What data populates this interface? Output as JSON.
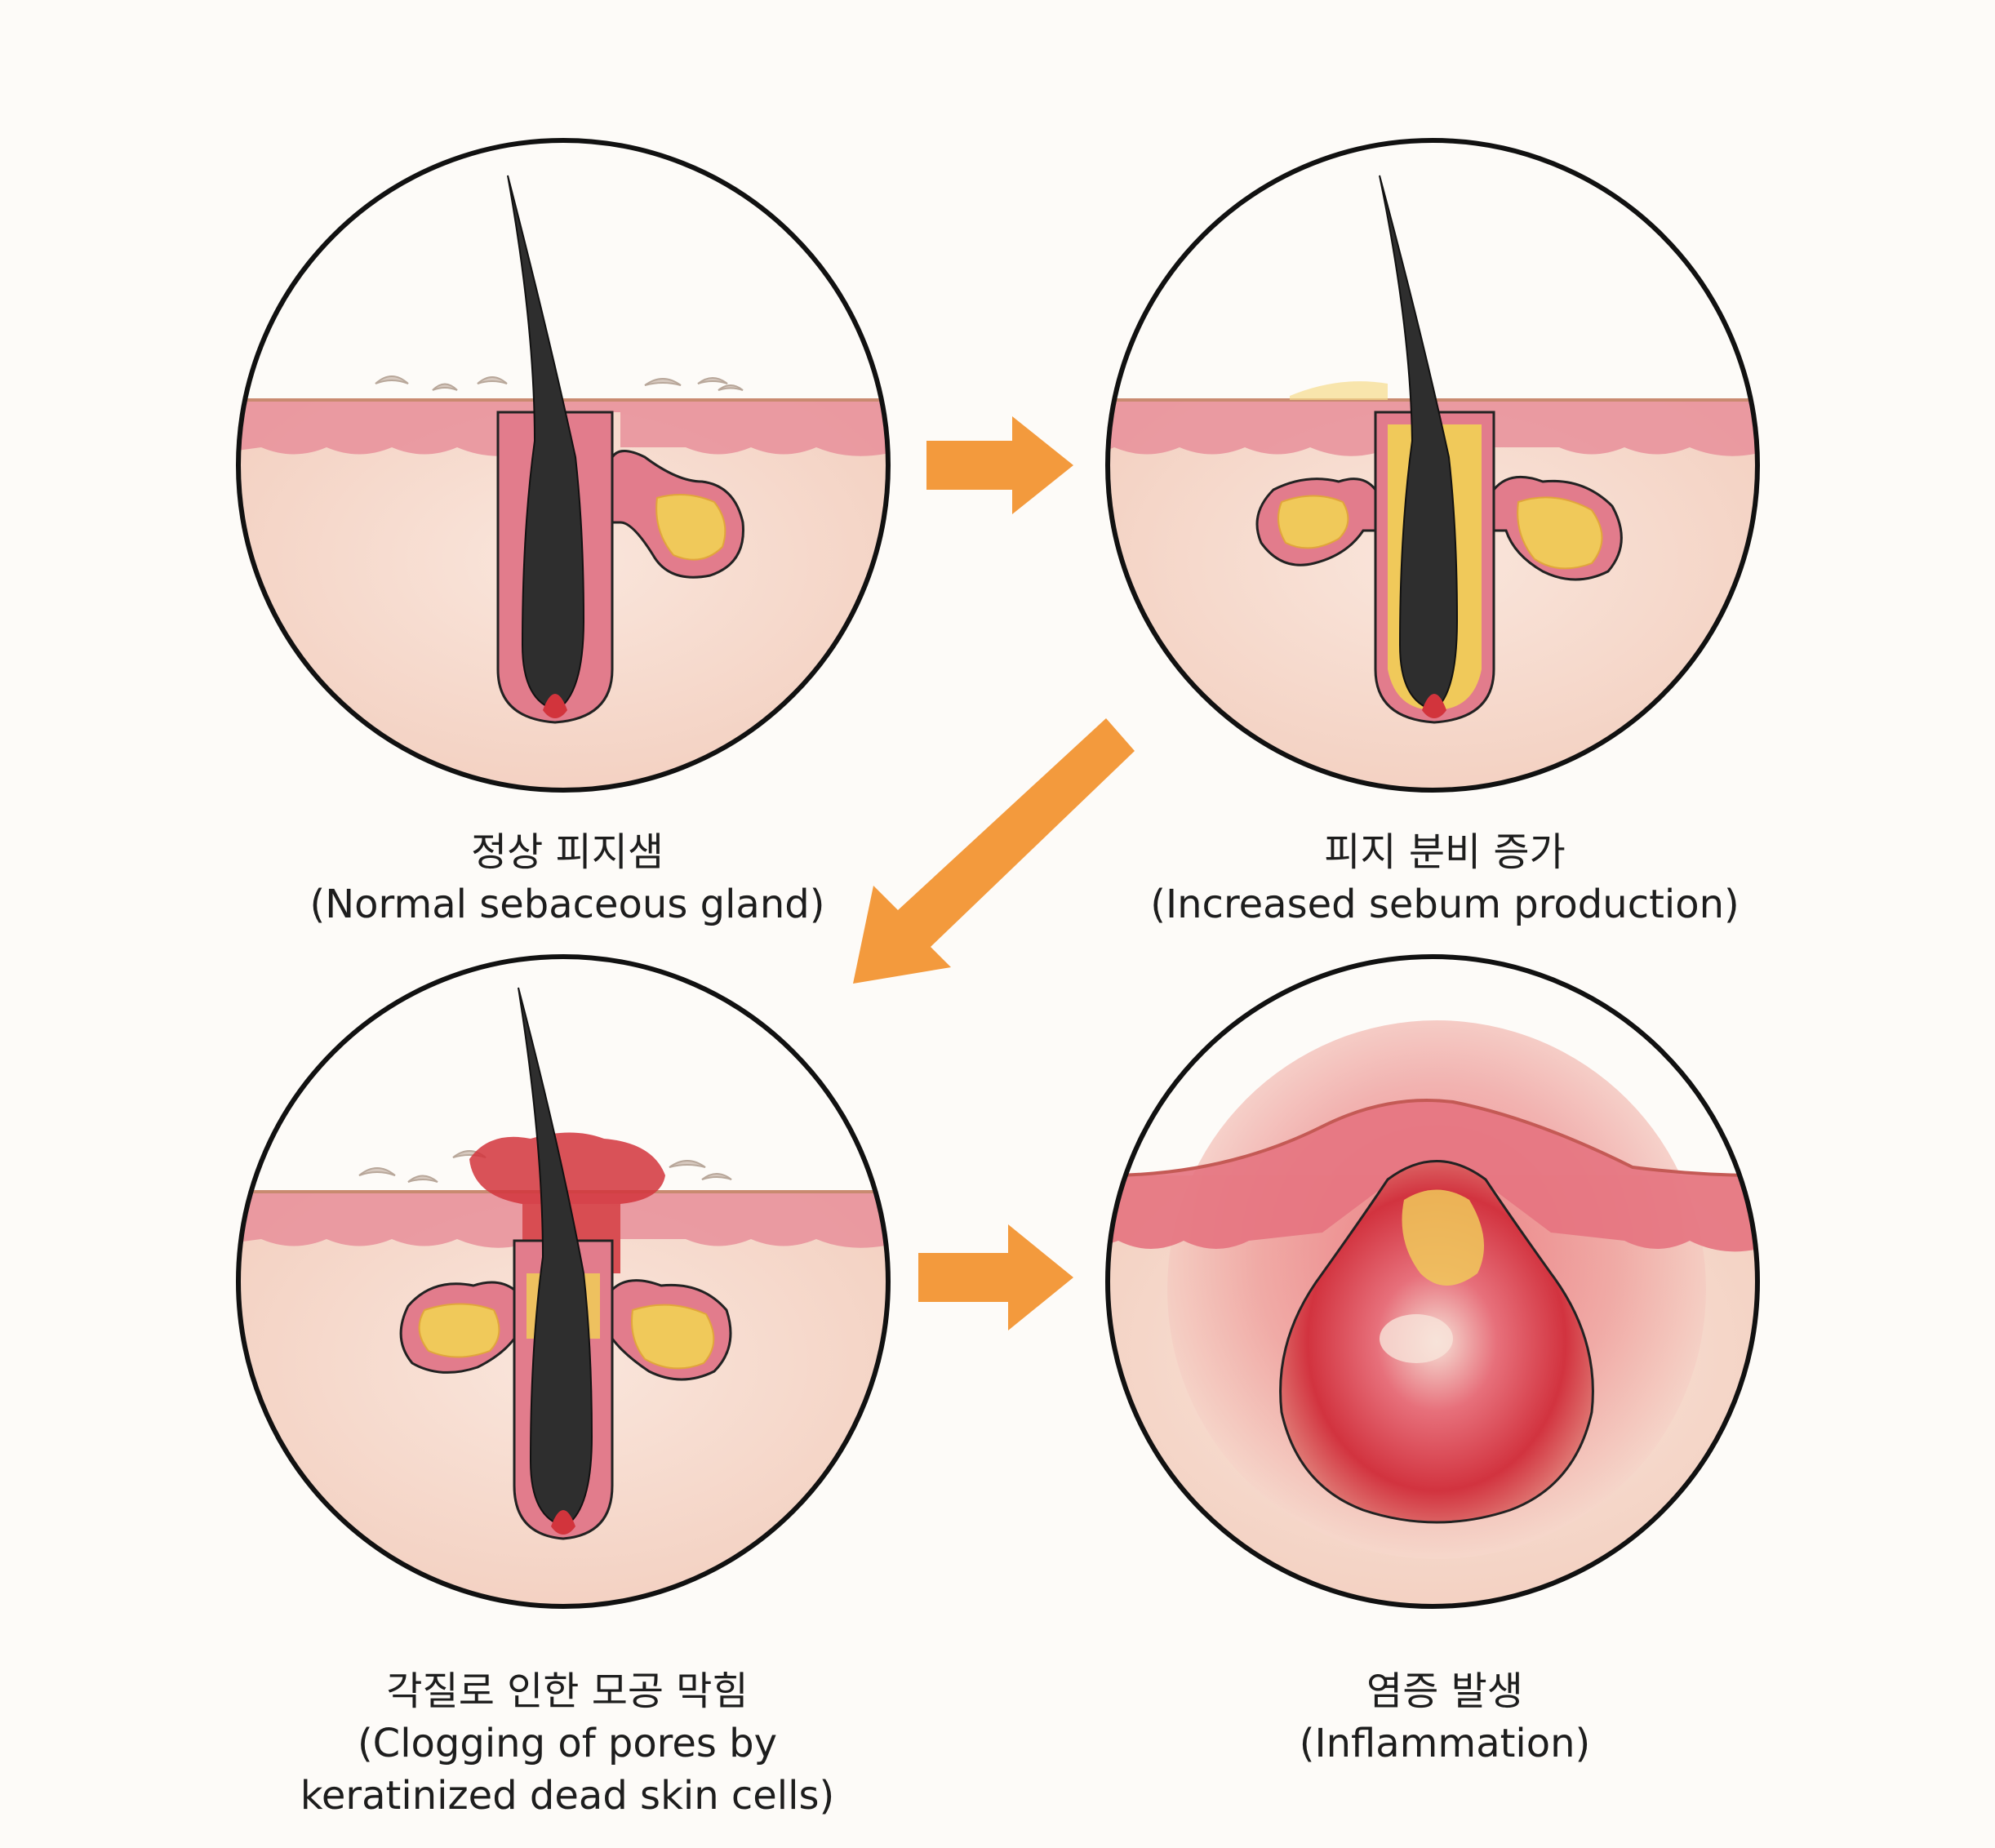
{
  "panels": [
    {
      "title_ko": "정상 피지샘",
      "title_en": "(Normal sebaceous gland)"
    },
    {
      "title_ko": "피지 분비 증가",
      "title_en": "(Increased sebum production)"
    },
    {
      "title_ko": "각질로 인한 모공 막힘",
      "title_en_line1": "(Clogging of pores by",
      "title_en_line2": "keratinized dead skin cells)"
    },
    {
      "title_ko": "염증 발생",
      "title_en": "(Inflammation)"
    }
  ],
  "colors": {
    "background": "#fdfbf8",
    "dermis": "#f6d8cc",
    "epidermis": "#e88f9a",
    "follicle_wall": "#e27c8c",
    "hair": "#2e2e2e",
    "sebum": "#f0c95a",
    "sebum_dark": "#e1a63b",
    "arrow": "#f39a3d",
    "plug": "#d2343c",
    "inflammation": "#d9394a",
    "outline": "#111111"
  },
  "icons": [
    "arrow-right-icon",
    "arrow-diagonal-icon",
    "arrow-right-icon"
  ]
}
